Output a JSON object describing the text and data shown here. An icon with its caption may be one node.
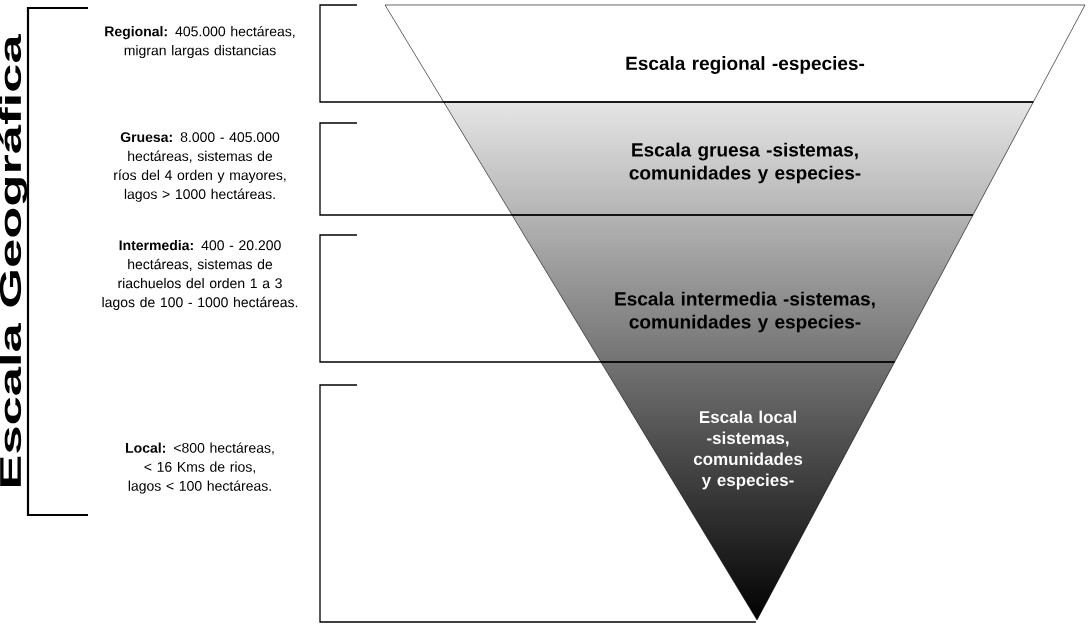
{
  "diagram": {
    "nodes": [
      {
        "text": [
          "Escala regional -especies-"
        ]
      },
      {
        "text": [
          "Escala gruesa -sistemas, comunidades y especies-"
        ]
      },
      {
        "text": [
          "Escala intermedia -sistemas, comunidades y especies-"
        ]
      },
      {
        "text": [
          "Escala local -sistemas, comunidades y especies-"
        ]
      }
    ],
    "labels": [
      "Escala Geográfica",
      "**Regional:** 405.000 hectáreas, migran largas distancias",
      "**Gruesa:** 8.000 - 405.000 hectáreas, sistemas de ríos del 4 orden y mayores, lagos > 1000 hectáreas.",
      "**Intermedia:** 400 - 20.200 hectáreas, sistemas de riachuelos del orden 1 a 3 lagos de 100 -  1000 hectáreas.",
      "**Local:** <800 hectáreas, < 16 Kms de rios, lagos < 100 hectáreas."
    ]
  }
}
